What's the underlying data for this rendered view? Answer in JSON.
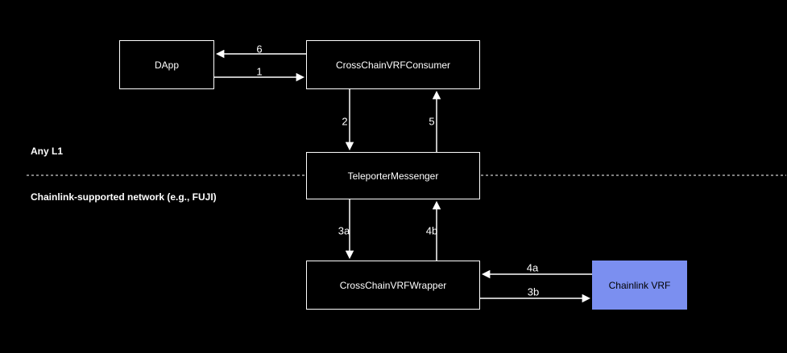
{
  "regions": {
    "top": {
      "label": "Any L1"
    },
    "bottom": {
      "label": "Chainlink-supported network (e.g., FUJI)"
    }
  },
  "nodes": {
    "dapp": {
      "label": "DApp"
    },
    "consumer": {
      "label": "CrossChainVRFConsumer"
    },
    "teleporter": {
      "label": "TeleporterMessenger"
    },
    "wrapper": {
      "label": "CrossChainVRFWrapper"
    },
    "chainlink": {
      "label": "Chainlink VRF"
    }
  },
  "edges": {
    "step1": {
      "label": "1",
      "from": "dapp",
      "to": "consumer"
    },
    "step2": {
      "label": "2",
      "from": "consumer",
      "to": "teleporter"
    },
    "step3a": {
      "label": "3a",
      "from": "teleporter",
      "to": "wrapper"
    },
    "step3b": {
      "label": "3b",
      "from": "wrapper",
      "to": "chainlink"
    },
    "step4a": {
      "label": "4a",
      "from": "chainlink",
      "to": "wrapper"
    },
    "step4b": {
      "label": "4b",
      "from": "wrapper",
      "to": "teleporter"
    },
    "step5": {
      "label": "5",
      "from": "teleporter",
      "to": "consumer"
    },
    "step6": {
      "label": "6",
      "from": "consumer",
      "to": "dapp"
    }
  },
  "colors": {
    "background": "#000000",
    "node_border": "#ffffff",
    "node_text": "#ffffff",
    "arrow": "#ffffff",
    "divider": "#aaaaaa",
    "chainlink_fill": "#7b8ff0",
    "chainlink_text": "#000000"
  }
}
